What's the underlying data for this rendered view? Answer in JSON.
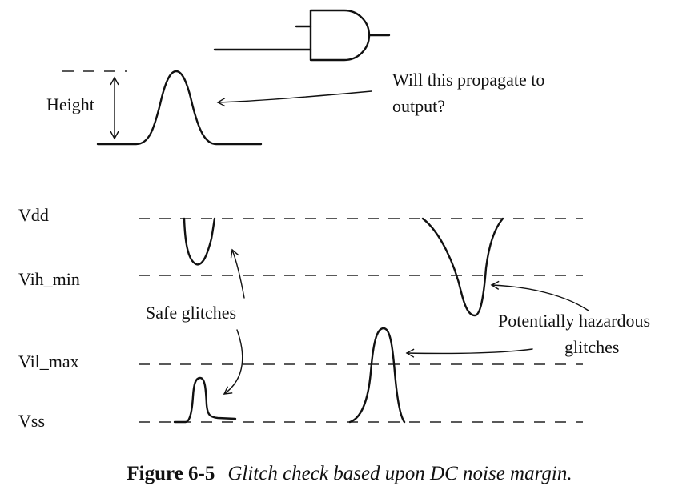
{
  "question": [
    "Will this propagate to",
    "output?"
  ],
  "height_label": "Height",
  "levels": {
    "vdd": "Vdd",
    "vih_min": "Vih_min",
    "vil_max": "Vil_max",
    "vss": "Vss"
  },
  "safe_label": "Safe glitches",
  "hazard_label": [
    "Potentially hazardous",
    "glitches"
  ],
  "figure": {
    "number": "Figure 6-5",
    "caption": "Glitch check based upon DC noise margin."
  }
}
